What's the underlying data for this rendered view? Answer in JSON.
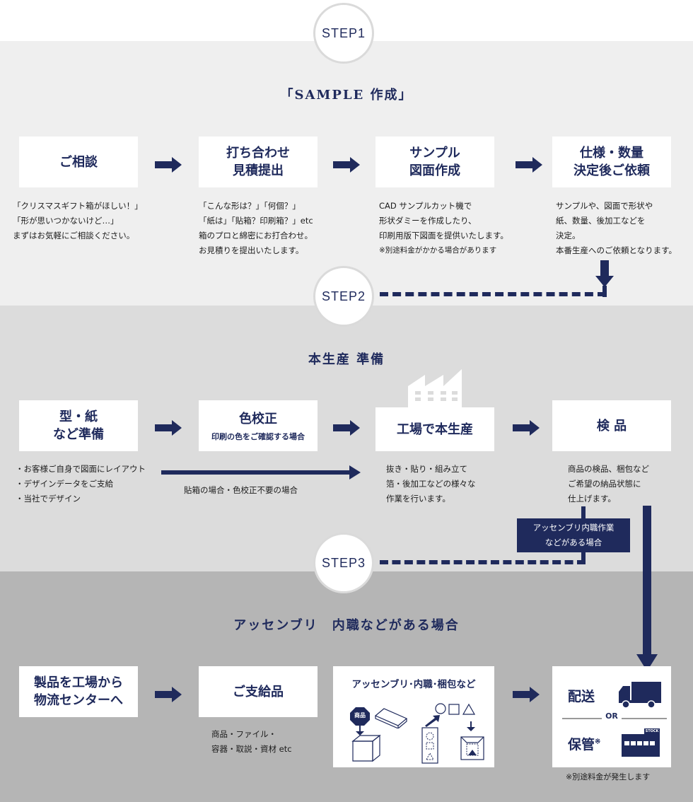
{
  "colors": {
    "navy": "#1f2a5c",
    "band1": "#efefef",
    "band2": "#dcdcdc",
    "band3": "#b5b5b5"
  },
  "steps": [
    "STEP1",
    "STEP2",
    "STEP3"
  ],
  "sections": {
    "s1": {
      "title": "「SAMPLE 作成」",
      "boxes": [
        {
          "lines": [
            "ご相談"
          ],
          "desc": [
            "「クリスマスギフト箱がほしい！」",
            "「形が思いつかないけど…」",
            "まずはお気軽にご相談ください。"
          ]
        },
        {
          "lines": [
            "打ち合わせ",
            "見積提出"
          ],
          "desc": [
            "「こんな形は？」「何個？」",
            "「紙は」「貼箱？印刷箱？」etc",
            "箱のプロと綿密にお打合わせ。",
            "お見積りを提出いたします。"
          ]
        },
        {
          "lines": [
            "サンプル",
            "図面作成"
          ],
          "desc": [
            "CAD サンプルカット機で",
            "形状ダミーを作成したり、",
            "印刷用版下図面を提供いたします。"
          ],
          "note": "※別途料金がかかる場合があります"
        },
        {
          "lines": [
            "仕様・数量",
            "決定後ご依頼"
          ],
          "desc": [
            "サンプルや、図面で形状や",
            "紙、数量、後加工などを",
            "決定。",
            "本番生産へのご依頼となります。"
          ]
        }
      ]
    },
    "s2": {
      "title": "本生産 準備",
      "boxes": [
        {
          "lines": [
            "型・紙",
            "など準備"
          ],
          "desc": [
            "・お客様ご自身で図面にレイアウト",
            "・デザインデータをご支給",
            "・当社でデザイン"
          ]
        },
        {
          "lines": [
            "色校正"
          ],
          "sub": "印刷の色をご確認する場合"
        },
        {
          "lines": [
            "工場で本生産"
          ],
          "desc": [
            "抜き・貼り・組み立て",
            "箔・後加工などの様々な",
            "作業を行います。"
          ]
        },
        {
          "lines": [
            "検 品"
          ],
          "desc": [
            "商品の検品、梱包など",
            "ご希望の納品状態に",
            "仕上げます。"
          ]
        }
      ],
      "bypass_label": "貼箱の場合・色校正不要の場合",
      "assembly_label": [
        "アッセンブリ内職作業",
        "などがある場合"
      ]
    },
    "s3": {
      "title": "アッセンブリ　内職などがある場合",
      "boxes": [
        {
          "lines": [
            "製品を工場から",
            "物流センターへ"
          ]
        },
        {
          "lines": [
            "ご支給品"
          ],
          "desc": [
            "商品・ファイル・",
            "容器・取説・資材 etc"
          ]
        },
        {
          "lines": [
            "アッセンブリ･内職･梱包など"
          ],
          "badge": "商品"
        },
        {
          "delivery": "配送",
          "or": "OR",
          "storage": "保管",
          "storage_mark": "※",
          "stock": "STOCK",
          "note": "※別途料金が発生します"
        }
      ]
    }
  }
}
